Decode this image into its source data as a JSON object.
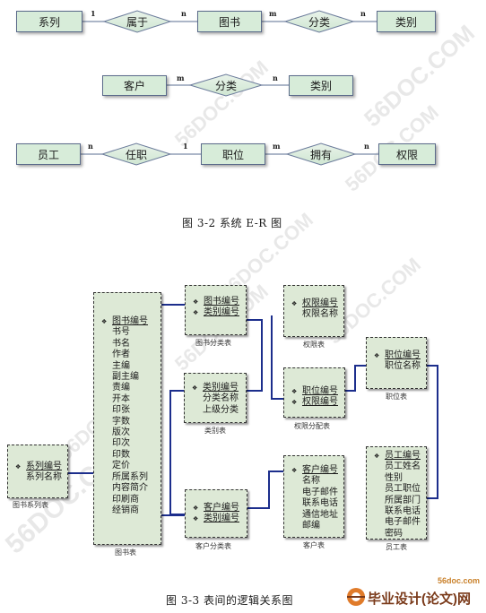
{
  "er": {
    "row1": {
      "e1": "系列",
      "r1": "属于",
      "e2": "图书",
      "r2": "分类",
      "e3": "类别",
      "c1": "1",
      "c2": "n",
      "c3": "m",
      "c4": "n"
    },
    "row2": {
      "e1": "客户",
      "r1": "分类",
      "e2": "类别",
      "c1": "m",
      "c2": "n"
    },
    "row3": {
      "e1": "员工",
      "r1": "任职",
      "e2": "职位",
      "r2": "拥有",
      "e3": "权限",
      "c1": "n",
      "c2": "1",
      "c3": "m",
      "c4": "n"
    },
    "caption": "图 3-2    系统 E-R 图"
  },
  "tables": {
    "books": {
      "label": "图书表",
      "keys": [
        "图书编号"
      ],
      "fields": [
        "书号",
        "书名",
        "作者",
        "主编",
        "副主编",
        "责编",
        "开本",
        "印张",
        "字数",
        "版次",
        "印次",
        "印数",
        "定价",
        "所属系列",
        "内容简介",
        "印刷商",
        "经销商"
      ]
    },
    "series": {
      "label": "图书系列表",
      "keys": [
        "系列编号"
      ],
      "fields": [
        "系列名称"
      ]
    },
    "bookcat": {
      "label": "图书分类表",
      "keys": [
        "图书编号",
        "类别编号"
      ],
      "fields": []
    },
    "category": {
      "label": "类别表",
      "keys": [
        "类别编号"
      ],
      "fields": [
        "分类名称",
        "上级分类"
      ]
    },
    "custcat": {
      "label": "客户分类表",
      "keys": [
        "客户编号",
        "类别编号"
      ],
      "fields": []
    },
    "perm": {
      "label": "权限表",
      "keys": [
        "权限编号"
      ],
      "fields": [
        "权限名称"
      ]
    },
    "permassign": {
      "label": "权限分配表",
      "keys": [
        "职位编号",
        "权限编号"
      ],
      "fields": []
    },
    "customer": {
      "label": "客户表",
      "keys": [
        "客户编号"
      ],
      "fields": [
        "名称",
        "电子邮件",
        "联系电话",
        "通信地址",
        "邮编"
      ]
    },
    "position": {
      "label": "职位表",
      "keys": [
        "职位编号"
      ],
      "fields": [
        "职位名称"
      ]
    },
    "employee": {
      "label": "员工表",
      "keys": [
        "员工编号"
      ],
      "fields": [
        "员工姓名",
        "性别",
        "员工职位",
        "所属部门",
        "联系电话",
        "电子邮件",
        "密码"
      ]
    }
  },
  "caption2": "图 3-3    表间的逻辑关系图",
  "watermark": "56DOC.COM",
  "brand": {
    "site": "56doc.com",
    "name": "毕业设计(论文)网"
  },
  "colors": {
    "er_fill": "#d7ecd9",
    "table_fill": "#dde9d6",
    "link": "#1c2e8c"
  }
}
